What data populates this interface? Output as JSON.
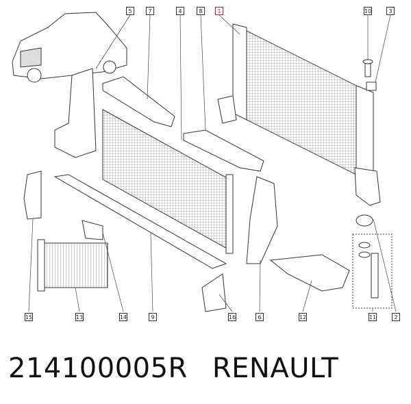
{
  "callouts": {
    "c1": "1",
    "c2": "2",
    "c3": "3",
    "c4": "4",
    "c5": "5",
    "c6": "6",
    "c7": "7",
    "c8": "8",
    "c9": "9",
    "c10": "10",
    "c11": "11",
    "c12": "12",
    "c13": "13",
    "c14": "14",
    "c15": "15",
    "c16": "16"
  },
  "caption": {
    "part_number": "214100005R",
    "brand": "RENAULT"
  },
  "colors": {
    "line": "#333333",
    "highlight": "#c2185b",
    "background": "#ffffff"
  }
}
